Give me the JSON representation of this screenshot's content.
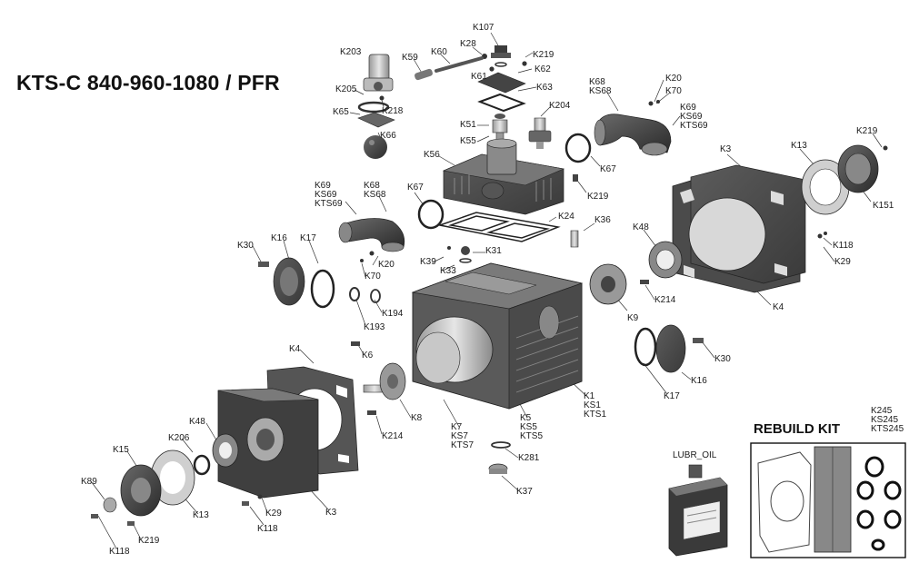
{
  "title": "KTS-C 840-960-1080 / PFR",
  "rebuild_kit_title": "REBUILD KIT",
  "lubr_oil_label": "LUBR_OIL",
  "labels": {
    "k107": "K107",
    "k28": "K28",
    "k219_top": "K219",
    "k62": "K62",
    "k61": "K61",
    "k63": "K63",
    "k203": "K203",
    "k59": "K59",
    "k60": "K60",
    "k205": "K205",
    "k218": "K218",
    "k65": "K65",
    "k66": "K66",
    "k51": "K51",
    "k55": "K55",
    "k204": "K204",
    "k67_top": "K67",
    "k68_ks68_right": "K68\nKS68",
    "k20_right": "K20",
    "k70_right": "K70",
    "k69_group_right": "K69\nKS69\nKTS69",
    "k219_right": "K219",
    "k3_right": "K3",
    "k13_right": "K13",
    "k151": "K151",
    "k56": "K56",
    "k219_mid": "K219",
    "k24": "K24",
    "k36": "K36",
    "k69_group_left": "K69\nKS69\nKTS69",
    "k68_ks68_left": "K68\nKS68",
    "k67_mid": "K67",
    "k48_right": "K48",
    "k118_right": "K118",
    "k29_right": "K29",
    "k4_right": "K4",
    "k30_left": "K30",
    "k16_left": "K16",
    "k17_left": "K17",
    "k31": "K31",
    "k39": "K39",
    "k33": "K33",
    "k70_left": "K70",
    "k20_left": "K20",
    "k9": "K9",
    "k214_right": "K214",
    "k193": "K193",
    "k194": "K194",
    "k4_left": "K4",
    "k6": "K6",
    "k30_right": "K30",
    "k17_right": "K17",
    "k16_right": "K16",
    "k1_group": "K1\nKS1\nKTS1",
    "k8": "K8",
    "k214_left": "K214",
    "k7_group": "K7\nKS7\nKTS7",
    "k5_group": "K5\nKS5\nKTS5",
    "k48_left": "K48",
    "k15": "K15",
    "k206": "K206",
    "k89": "K89",
    "k13_left": "K13",
    "k219_left": "K219",
    "k29_left": "K29",
    "k118_mid": "K118",
    "k3_left": "K3",
    "k118_left": "K118",
    "k281": "K281",
    "k37": "K37",
    "k245_group": "K245\nKS245\nKTS245"
  },
  "colors": {
    "line": "#1f1f1f",
    "part_dark": "#3a3a3a",
    "part_mid": "#6e6e6e",
    "part_light": "#bdbdbd",
    "background": "#ffffff"
  }
}
